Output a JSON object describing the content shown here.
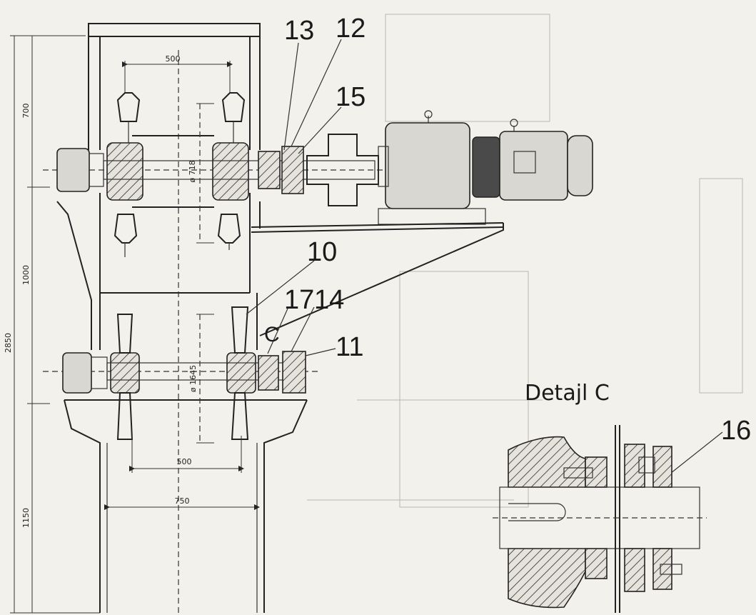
{
  "callouts": {
    "c13": "13",
    "c12": "12",
    "c15": "15",
    "c10": "10",
    "c17": "17",
    "c14": "14",
    "c11": "11",
    "cC": "C",
    "c16": "16"
  },
  "detail_title": "Detajl  C",
  "dimensions": {
    "total_height": "2850",
    "top_section": "700",
    "mid_section": "1000",
    "bottom_section": "1150",
    "top_spacing": "500",
    "bottom_spacing": "500",
    "width": "750",
    "upper_diameter": "ø 718",
    "lower_diameter": "ø 1645"
  },
  "colors": {
    "ink": "#222222",
    "paper": "#f3f1ec"
  }
}
